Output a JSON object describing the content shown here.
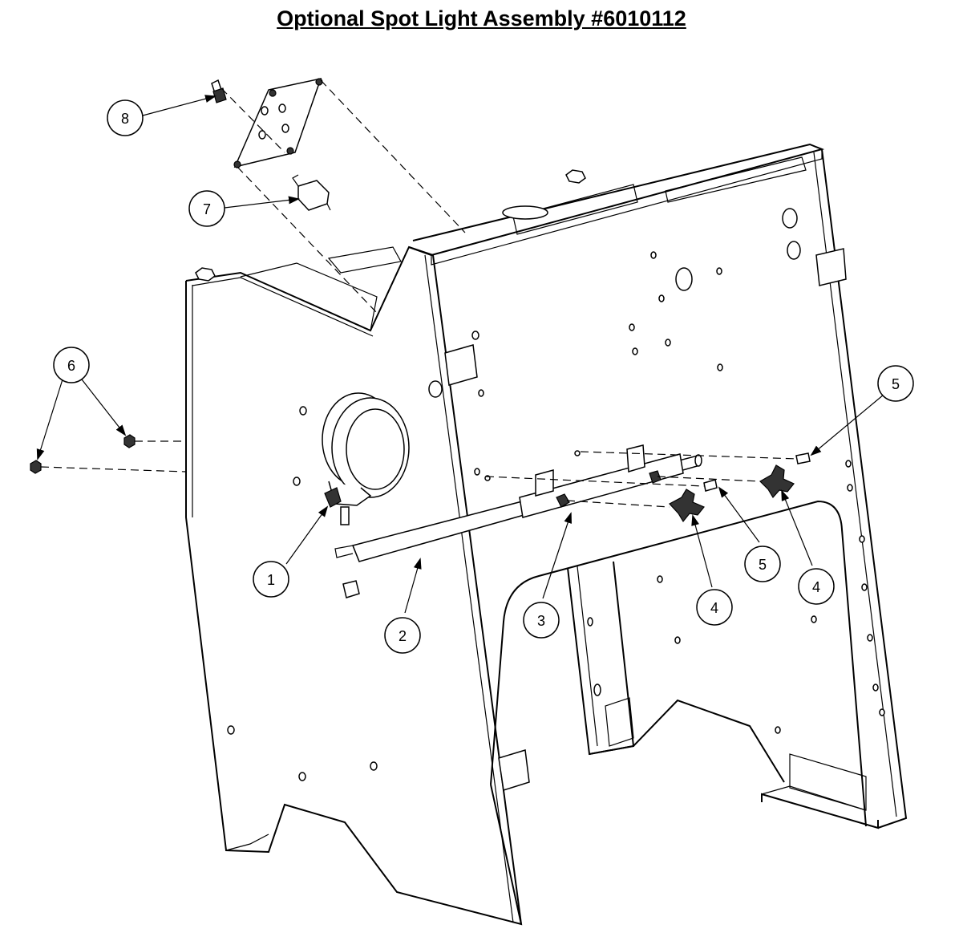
{
  "title": "Optional Spot Light Assembly #6010112",
  "callouts": [
    {
      "id": "c1",
      "label": "1"
    },
    {
      "id": "c2",
      "label": "2"
    },
    {
      "id": "c3",
      "label": "3"
    },
    {
      "id": "c4a",
      "label": "4"
    },
    {
      "id": "c4b",
      "label": "4"
    },
    {
      "id": "c5a",
      "label": "5"
    },
    {
      "id": "c5b",
      "label": "5"
    },
    {
      "id": "c6",
      "label": "6"
    },
    {
      "id": "c7",
      "label": "7"
    },
    {
      "id": "c8",
      "label": "8"
    }
  ]
}
